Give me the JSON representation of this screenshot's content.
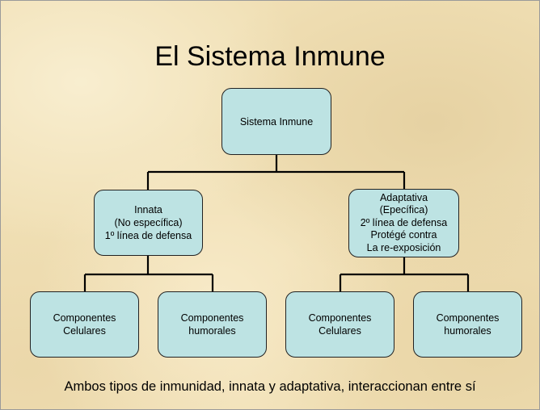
{
  "title": "El Sistema Inmune",
  "root": {
    "label": "Sistema Inmune"
  },
  "innata": {
    "lines": [
      "Innata",
      "(No específica)",
      "1º línea de defensa"
    ]
  },
  "adaptativa": {
    "lines": [
      "Adaptativa",
      "(Epecífica)",
      "2º línea de defensa",
      "Protégé contra",
      "La re-exposición"
    ]
  },
  "leaves": [
    {
      "lines": [
        "Componentes",
        "Celulares"
      ]
    },
    {
      "lines": [
        "Componentes",
        "humorales"
      ]
    },
    {
      "lines": [
        "Componentes",
        "Celulares"
      ]
    },
    {
      "lines": [
        "Componentes",
        "humorales"
      ]
    }
  ],
  "footer": "Ambos tipos de inmunidad, innata y adaptativa, interaccionan entre sí",
  "colors": {
    "node_fill": "#bde3e3",
    "node_border": "#222222",
    "connector": "#000000"
  }
}
